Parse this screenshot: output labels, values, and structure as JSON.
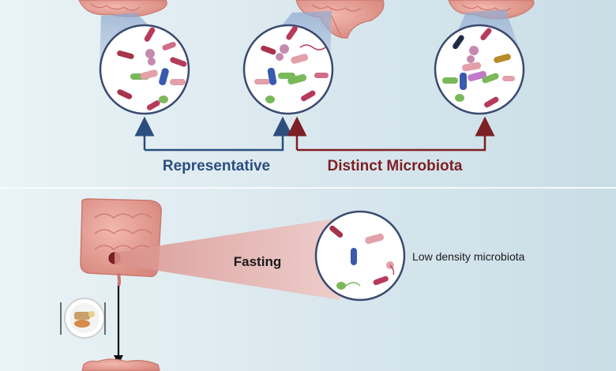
{
  "labels": {
    "representative": "Representative",
    "distinct": "Distinct Microbiota",
    "fasting": "Fasting",
    "low_density": "Low density microbiota"
  },
  "colors": {
    "bg_light": "#e6f0f4",
    "bg_mid": "#c8dde6",
    "intestine": "#e8a39a",
    "intestine_dark": "#c97870",
    "blue": "#2c4e7e",
    "red": "#7d1f24",
    "circle_border": "#3a4a70",
    "cone": "#e3a8a5"
  },
  "icons": {
    "intestine": "intestine-icon",
    "bacteria": "bacteria-icon",
    "meal_plate": "meal-plate-icon"
  }
}
